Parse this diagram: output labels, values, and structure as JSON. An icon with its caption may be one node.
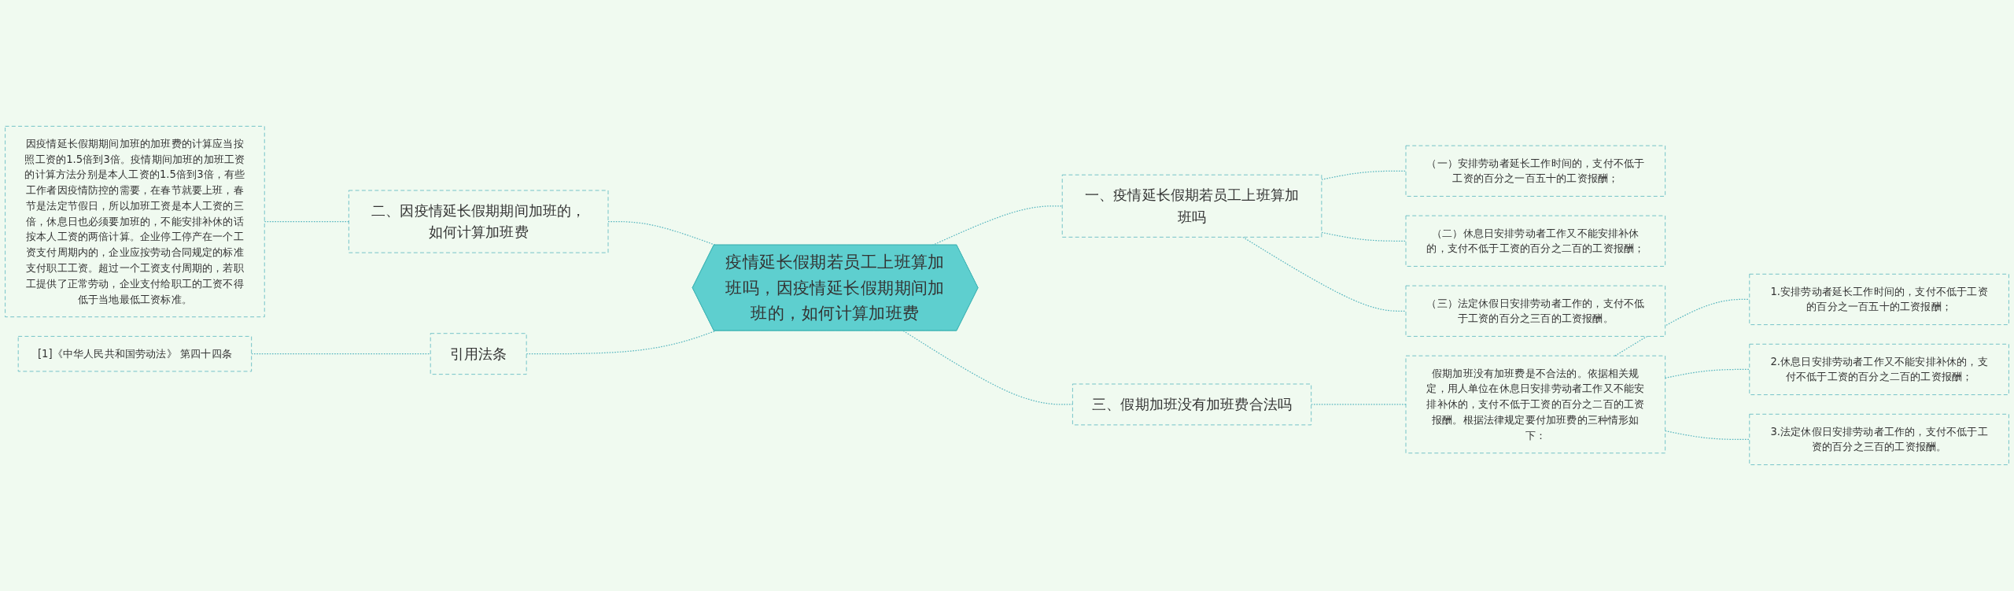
{
  "diagram": {
    "nodes": [
      {
        "text": [
          "疫情延长假期若员工上班算加班吗，因疫情延长假期期间加班的，如何计算加班费"
        ]
      },
      {
        "text": [
          "一、疫情延长假期若员工上班算加班吗"
        ]
      },
      {
        "text": [
          "（一）安排劳动者延长工作时间的，支付不低于工资的百分之一百五十的工资报酬；"
        ]
      },
      {
        "text": [
          "（二）休息日安排劳动者工作又不能安排补休的，支付不低于工资的百分之二百的工资报酬；"
        ]
      },
      {
        "text": [
          "（三）法定休假日安排劳动者工作的，支付不低于工资的百分之三百的工资报酬。"
        ]
      },
      {
        "text": [
          "二、因疫情延长假期期间加班的，如何计算加班费"
        ]
      },
      {
        "text": [
          "因疫情延长假期期间加班的加班费的计算应当按照工资的1.5倍到3倍。疫情期间加班的加班工资的计算方法分别是本人工资的1.5倍到3倍，有些工作者因疫情防控的需要，在春节就要上班，春节是法定节假日，所以加班工资是本人工资的三倍，休息日也必须要加班的，不能安排补休的话按本人工资的两倍计算。企业停工停产在一个工资支付周期内的，企业应按劳动合同规定的标准支付职工工资。超过一个工资支付周期的，若职工提供了正常劳动，企业支付给职工的工资不得低于当地最低工资标准。"
        ]
      },
      {
        "text": [
          "三、假期加班没有加班费合法吗"
        ]
      },
      {
        "text": [
          "假期加班没有加班费是不合法的。依据相关规定，用人单位在休息日安排劳动者工作又不能安排补休的，支付不低于工资的百分之二百的工资报酬。根据法律规定要付加班费的三种情形如下："
        ]
      },
      {
        "text": [
          "1.安排劳动者延长工作时间的，支付不低于工资的百分之一百五十的工资报酬；"
        ]
      },
      {
        "text": [
          "2.休息日安排劳动者工作又不能安排补休的，支付不低于工资的百分之二百的工资报酬；"
        ]
      },
      {
        "text": [
          "3.法定休假日安排劳动者工作的，支付不低于工资的百分之三百的工资报酬。"
        ]
      },
      {
        "text": [
          "引用法条"
        ]
      },
      {
        "text": [
          "[1]《中华人民共和国劳动法》 第四十四条"
        ]
      }
    ],
    "edges": [
      {
        "from": 0,
        "to": 1,
        "arrow": "none",
        "style": "dashed"
      },
      {
        "from": 1,
        "to": 2,
        "arrow": "none",
        "style": "dashed"
      },
      {
        "from": 1,
        "to": 3,
        "arrow": "none",
        "style": "dashed"
      },
      {
        "from": 1,
        "to": 4,
        "arrow": "none",
        "style": "dashed"
      },
      {
        "from": 0,
        "to": 5,
        "arrow": "none",
        "style": "dashed"
      },
      {
        "from": 5,
        "to": 6,
        "arrow": "none",
        "style": "dashed"
      },
      {
        "from": 0,
        "to": 7,
        "arrow": "none",
        "style": "dashed"
      },
      {
        "from": 7,
        "to": 8,
        "arrow": "none",
        "style": "dashed"
      },
      {
        "from": 8,
        "to": 9,
        "arrow": "none",
        "style": "dashed"
      },
      {
        "from": 8,
        "to": 10,
        "arrow": "none",
        "style": "dashed"
      },
      {
        "from": 8,
        "to": 11,
        "arrow": "none",
        "style": "dashed"
      },
      {
        "from": 0,
        "to": 12,
        "arrow": "none",
        "style": "dashed"
      },
      {
        "from": 12,
        "to": 13,
        "arrow": "none",
        "style": "dashed"
      }
    ]
  }
}
